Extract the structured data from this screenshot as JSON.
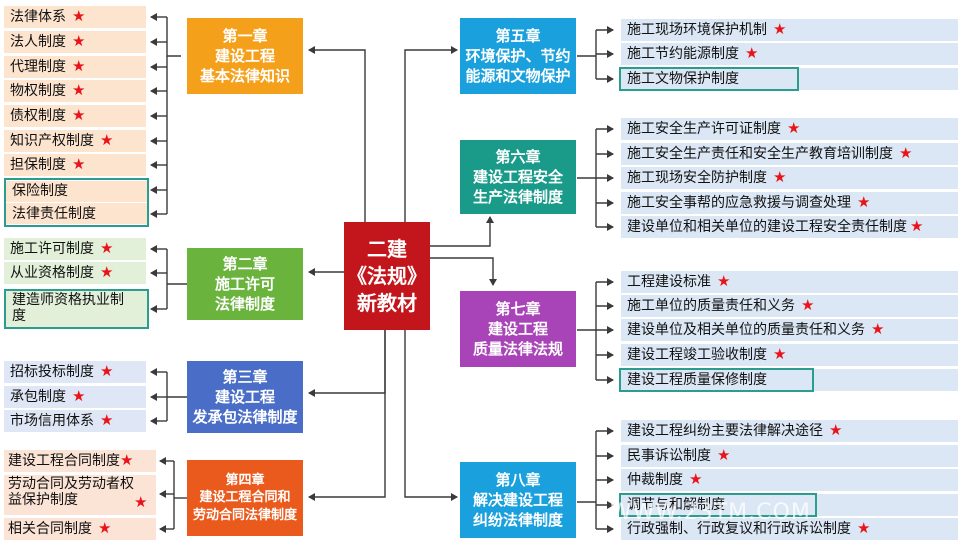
{
  "center": {
    "lines": [
      "二建",
      "《法规》",
      "新教材"
    ]
  },
  "colors": {
    "ch1": "#f5a01a",
    "ch2": "#6ab33d",
    "ch3": "#4a6ec8",
    "ch4": "#ea5a1c",
    "ch5": "#1aa0dc",
    "ch6": "#1a9b8a",
    "ch7": "#a944b8",
    "ch8": "#1aa0dc",
    "center": "#c3161c",
    "star": "#e8141a",
    "outline": "#2a9d8f"
  },
  "chapters": {
    "ch1": {
      "lines": [
        "第一章",
        "建设工程",
        "基本法律知识"
      ]
    },
    "ch2": {
      "lines": [
        "第二章",
        "施工许可",
        "法律制度"
      ]
    },
    "ch3": {
      "lines": [
        "第三章",
        "建设工程",
        "发承包法律制度"
      ]
    },
    "ch4": {
      "lines": [
        "第四章",
        "建设工程合同和",
        "劳动合同法律制度"
      ]
    },
    "ch5": {
      "lines": [
        "第五章",
        "环境保护、节约",
        "能源和文物保护"
      ]
    },
    "ch6": {
      "lines": [
        "第六章",
        "建设工程安全",
        "生产法律制度"
      ]
    },
    "ch7": {
      "lines": [
        "第七章",
        "建设工程",
        "质量法律法规"
      ]
    },
    "ch8": {
      "lines": [
        "第八章",
        "解决建设工程",
        "纠纷法律制度"
      ]
    }
  },
  "items": {
    "ch1": [
      {
        "label": "法律体系",
        "star": "★"
      },
      {
        "label": "法人制度",
        "star": "★"
      },
      {
        "label": "代理制度",
        "star": "★"
      },
      {
        "label": "物权制度",
        "star": "★"
      },
      {
        "label": "债权制度",
        "star": "★"
      },
      {
        "label": "知识产权制度",
        "star": "★"
      },
      {
        "label": "担保制度",
        "star": "★"
      },
      {
        "label": "保险制度",
        "star": ""
      },
      {
        "label": "法律责任制度",
        "star": ""
      }
    ],
    "ch2": [
      {
        "label": "施工许可制度",
        "star": "★"
      },
      {
        "label": "从业资格制度",
        "star": "★"
      },
      {
        "label": "建造师资格执业制度",
        "star": ""
      }
    ],
    "ch3": [
      {
        "label": "招标投标制度",
        "star": "★"
      },
      {
        "label": "承包制度",
        "star": "★"
      },
      {
        "label": "市场信用体系",
        "star": "★"
      }
    ],
    "ch4": [
      {
        "label": "建设工程合同制度",
        "star": "★"
      },
      {
        "label": "劳动合同及劳动者权益保护制度",
        "star": "★"
      },
      {
        "label": "相关合同制度",
        "star": "★"
      }
    ],
    "ch5": [
      {
        "label": "施工现场环境保护机制",
        "star": "★"
      },
      {
        "label": "施工节约能源制度",
        "star": "★"
      },
      {
        "label": "施工文物保护制度",
        "star": ""
      }
    ],
    "ch6": [
      {
        "label": "施工安全生产许可证制度",
        "star": "★"
      },
      {
        "label": "施工安全生产责任和安全生产教育培训制度",
        "star": "★"
      },
      {
        "label": "施工现场安全防护制度",
        "star": "★"
      },
      {
        "label": "施工安全事帮的应急救援与调查处理",
        "star": "★"
      },
      {
        "label": "建设单位和相关单位的建设工程安全责任制度",
        "star": "★"
      }
    ],
    "ch7": [
      {
        "label": "工程建设标准",
        "star": "★"
      },
      {
        "label": "施工单位的质量责任和义务",
        "star": "★"
      },
      {
        "label": "建设单位及相关单位的质量责任和义务",
        "star": "★"
      },
      {
        "label": "建设工程竣工验收制度",
        "star": "★"
      },
      {
        "label": "建设工程质量保修制度",
        "star": ""
      }
    ],
    "ch8": [
      {
        "label": "建设工程纠纷主要法律解决途径",
        "star": "★"
      },
      {
        "label": "民事诉讼制度",
        "star": "★"
      },
      {
        "label": "仲裁制度",
        "star": "★"
      },
      {
        "label": "调节与和解制度",
        "star": ""
      },
      {
        "label": "行政强制、行政复议和行政诉讼制度",
        "star": "★"
      }
    ]
  },
  "watermark": "WWW.23TM.COM"
}
